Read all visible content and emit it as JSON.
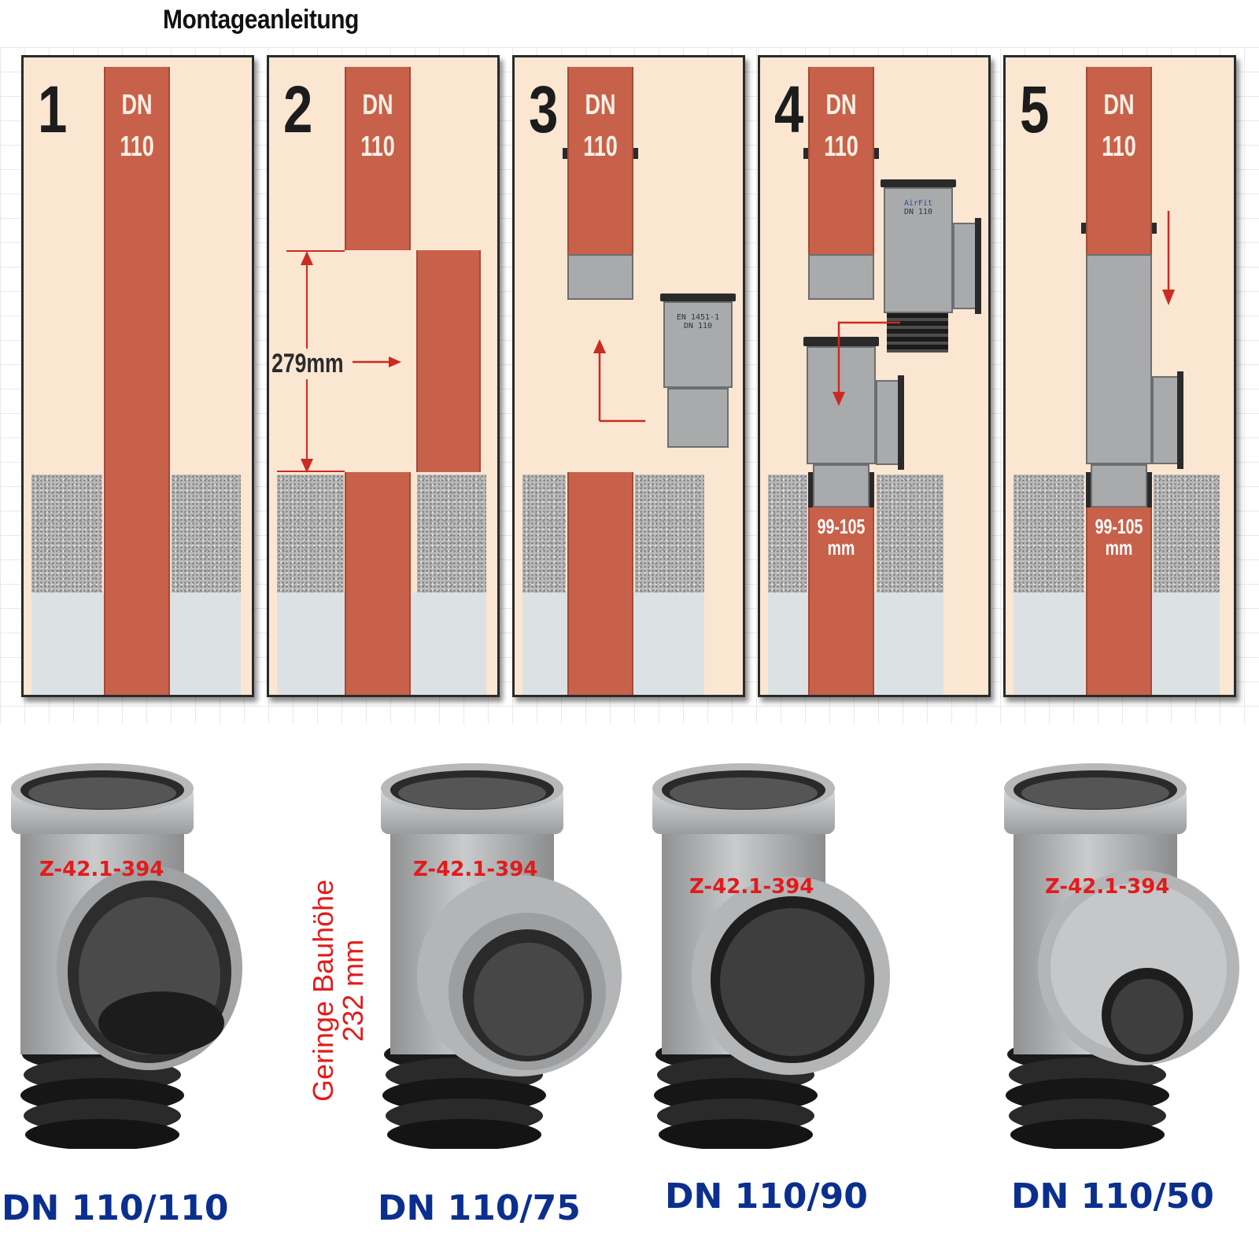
{
  "title": "Montageanleitung",
  "pipe_size": {
    "line1": "DN",
    "line2": "110"
  },
  "steps": [
    "1",
    "2",
    "3",
    "4",
    "5"
  ],
  "cut_length": "279mm",
  "insert_depth": {
    "line1": "99-105",
    "line2": "mm"
  },
  "fitting_label_step3": {
    "line1": "EN 1451-1",
    "line2": "DN 110"
  },
  "fitting_label_step4": {
    "line1": "AirFit",
    "line2": "DN 110"
  },
  "approval_code": "Z-42.1-394",
  "height_note": {
    "line1": "Geringe Bauhöhe",
    "line2": "232 mm"
  },
  "products": [
    {
      "name": "DN 110/110"
    },
    {
      "name": "DN 110/75"
    },
    {
      "name": "DN 110/90"
    },
    {
      "name": "DN 110/50"
    }
  ],
  "colors": {
    "pipe": "#c8614a",
    "fitting": "#a9aaac",
    "label_blue": "#0a2f8f",
    "label_red": "#e21b1b",
    "panel": "#fbe6d2"
  }
}
